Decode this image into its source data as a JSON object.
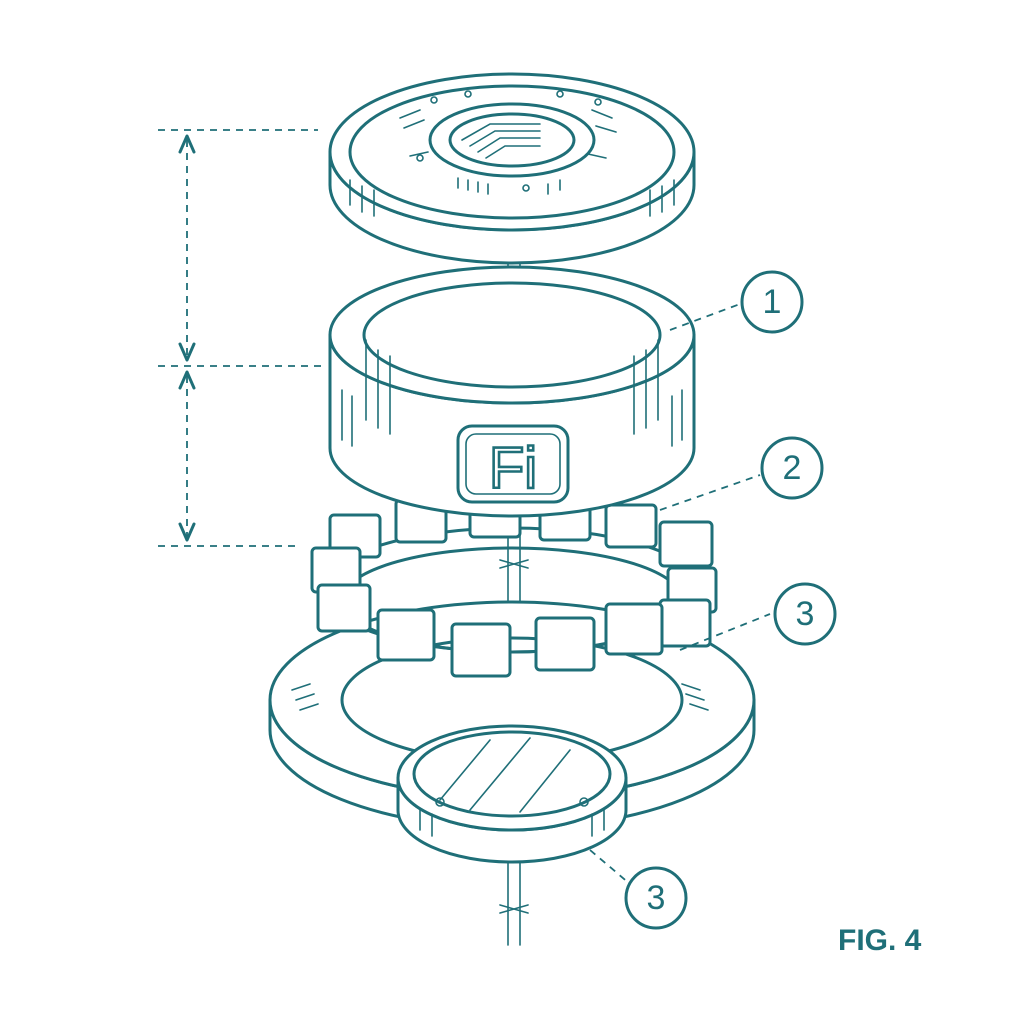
{
  "callouts": [
    {
      "id": "callout-1",
      "label": "1"
    },
    {
      "id": "callout-2",
      "label": "2"
    },
    {
      "id": "callout-3-upper",
      "label": "3"
    },
    {
      "id": "callout-3-lower",
      "label": "3"
    }
  ],
  "logo": {
    "text": "Fi"
  },
  "figure_label": "FIG. 4",
  "colors": {
    "line": "#1f6f78",
    "background": "#ffffff"
  }
}
